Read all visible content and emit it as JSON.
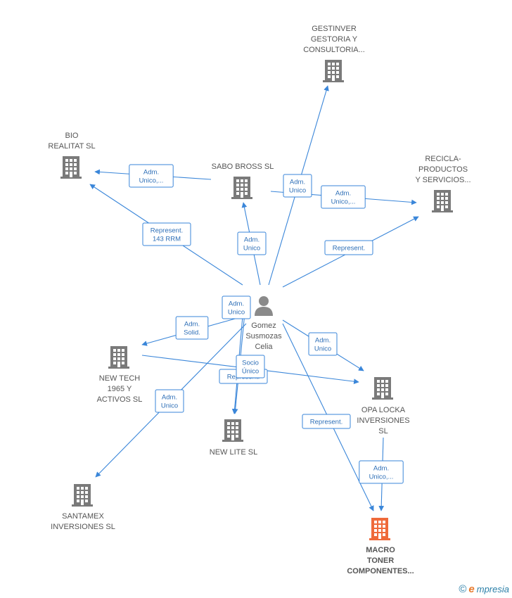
{
  "colors": {
    "company": "#7a7a7a",
    "highlight_company": "#ef6a3a",
    "person": "#8a8a8a",
    "edge": "#3a86d9",
    "edge_text": "#2e6fb7"
  },
  "nodes": [
    {
      "id": "gestinver",
      "type": "company",
      "lines": [
        "GESTINVER",
        "GESTORIA Y",
        "CONSULTORIA..."
      ]
    },
    {
      "id": "bio",
      "type": "company",
      "lines": [
        "BIO",
        "REALITAT SL"
      ]
    },
    {
      "id": "sabo",
      "type": "company",
      "lines": [
        "SABO BROSS SL"
      ]
    },
    {
      "id": "recicla",
      "type": "company",
      "lines": [
        "RECICLA-",
        "PRODUCTOS",
        "Y SERVICIOS..."
      ]
    },
    {
      "id": "person",
      "type": "person",
      "lines": [
        "Gomez",
        "Susmozas",
        "Celia"
      ]
    },
    {
      "id": "newtech",
      "type": "company",
      "lines": [
        "NEW TECH",
        "1965 Y",
        "ACTIVOS  SL"
      ]
    },
    {
      "id": "opa",
      "type": "company",
      "lines": [
        "OPA LOCKA",
        "INVERSIONES",
        "SL"
      ]
    },
    {
      "id": "newlite",
      "type": "company",
      "lines": [
        "NEW LITE SL"
      ]
    },
    {
      "id": "santamex",
      "type": "company",
      "lines": [
        "SANTAMEX",
        "INVERSIONES SL"
      ]
    },
    {
      "id": "macro",
      "type": "company_highlight",
      "lines": [
        "MACRO",
        "TONER",
        "COMPONENTES..."
      ]
    }
  ],
  "edges": [
    {
      "id": "sabo-bio",
      "lines": [
        "Adm.",
        "Unico,..."
      ]
    },
    {
      "id": "person-bio",
      "lines": [
        "Represent.",
        "143 RRM"
      ]
    },
    {
      "id": "person-gestinver",
      "lines": [
        "Adm.",
        "Unico"
      ]
    },
    {
      "id": "sabo-recicla",
      "lines": [
        "Adm.",
        "Unico,..."
      ]
    },
    {
      "id": "person-sabo",
      "lines": [
        "Adm.",
        "Unico"
      ]
    },
    {
      "id": "person-recicla",
      "lines": [
        "Represent."
      ]
    },
    {
      "id": "person-newlite",
      "lines": [
        "Adm.",
        "Unico"
      ]
    },
    {
      "id": "person-newtech",
      "lines": [
        "Adm.",
        "Solid."
      ]
    },
    {
      "id": "person-opa",
      "lines": [
        "Adm.",
        "Unico"
      ]
    },
    {
      "id": "newtech-opa-represent",
      "lines": [
        "Represent."
      ]
    },
    {
      "id": "newtech-opa-socio",
      "lines": [
        "Socio",
        "Único"
      ]
    },
    {
      "id": "person-santamex",
      "lines": [
        "Adm.",
        "Unico"
      ]
    },
    {
      "id": "person-macro",
      "lines": [
        "Represent."
      ]
    },
    {
      "id": "opa-macro",
      "lines": [
        "Adm.",
        "Unico,..."
      ]
    }
  ],
  "footer": {
    "copyright": "©",
    "brand_initial": "e",
    "brand_rest": "mpresia"
  }
}
